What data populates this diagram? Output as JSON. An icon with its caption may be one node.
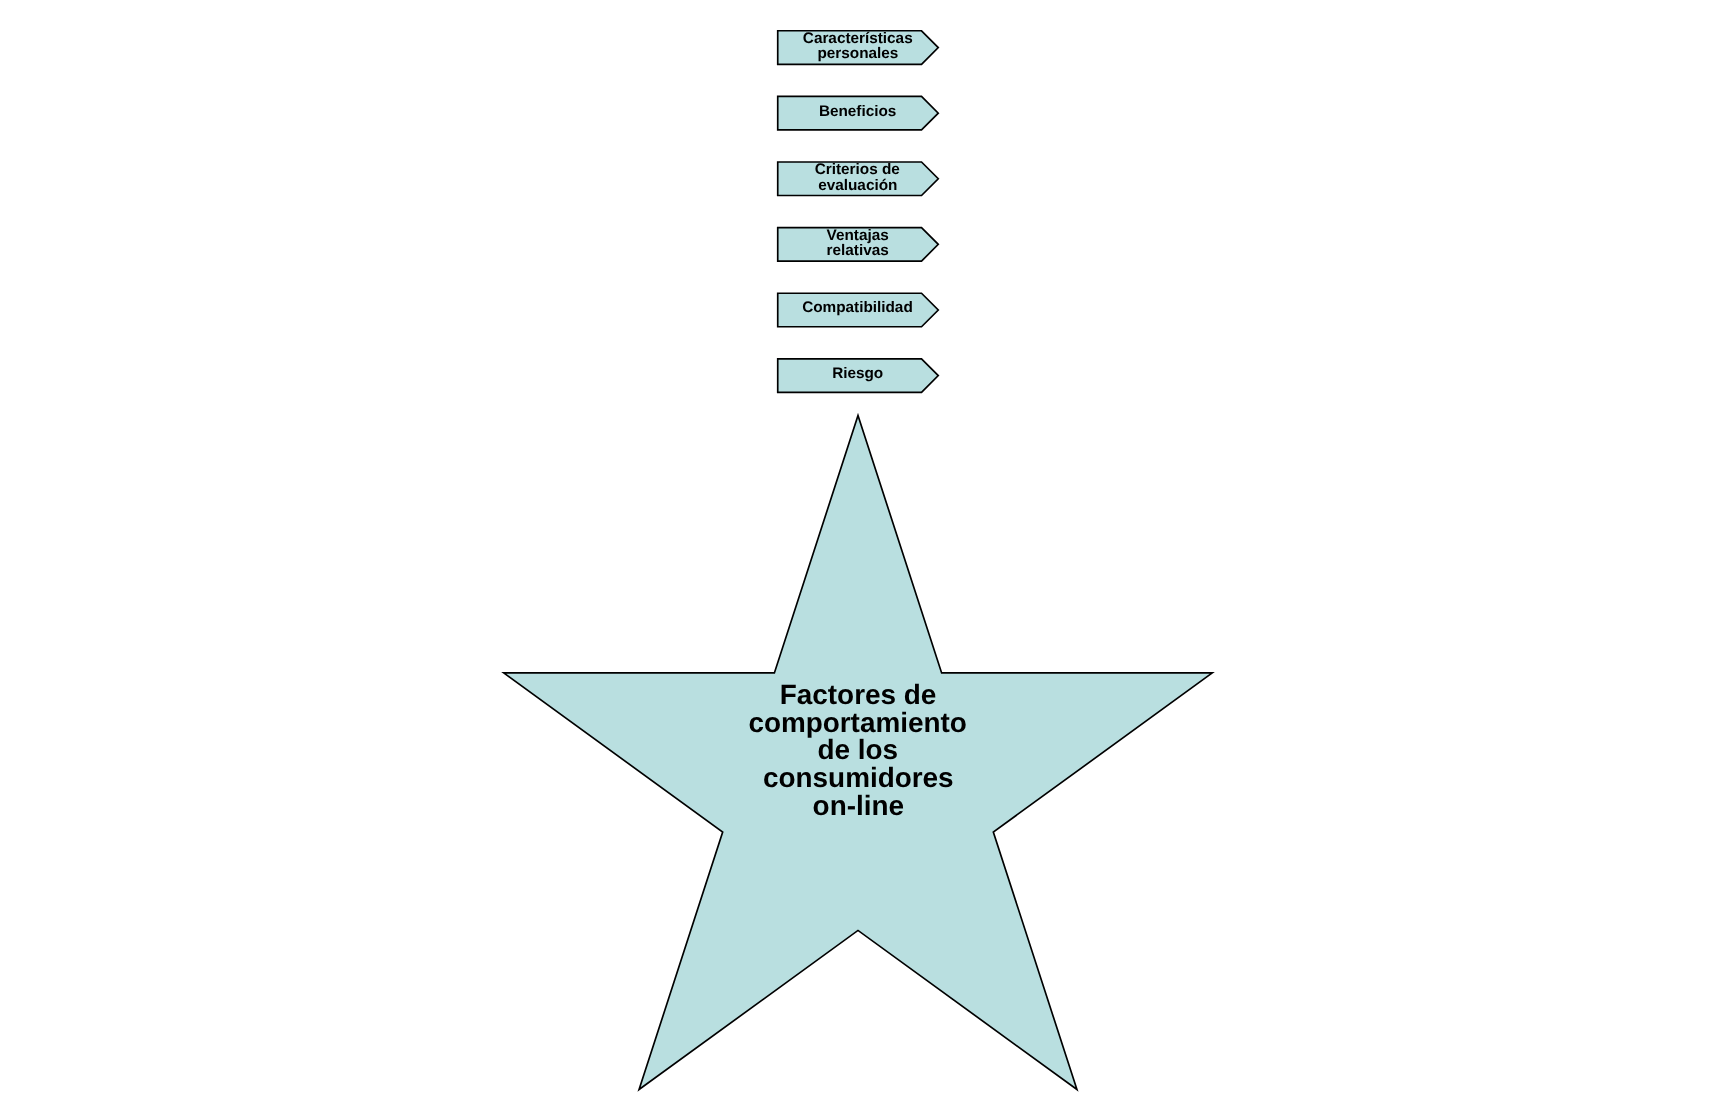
{
  "diagram": {
    "nodes": [
      {
        "text": [
          "Riesgo"
        ]
      },
      {
        "text": [
          "Compatibilidad"
        ]
      },
      {
        "text": [
          "Ventajas relativas"
        ]
      },
      {
        "text": [
          "Criterios de evaluación"
        ]
      },
      {
        "text": [
          "Beneficios"
        ]
      },
      {
        "text": [
          "Características personales"
        ]
      },
      {
        "text": [
          "Factores de comportamiento de los consumidores on-line"
        ]
      }
    ]
  }
}
